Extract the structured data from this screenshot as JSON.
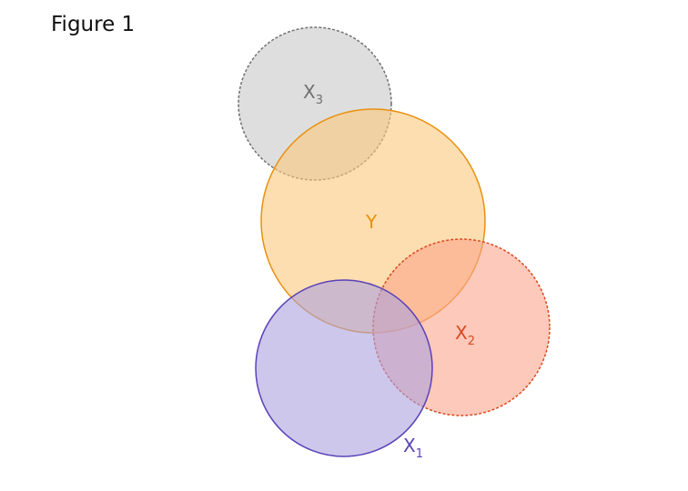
{
  "figure": {
    "title": "Figure 1"
  },
  "sets": [
    {
      "id": "x3",
      "label": "X",
      "subscript": "3",
      "fill": "#c8c8c8",
      "stroke": "#707070",
      "dashed": true
    },
    {
      "id": "y",
      "label": "Y",
      "subscript": "",
      "fill": "#fcc87c",
      "stroke": "#e8900f",
      "dashed": false
    },
    {
      "id": "x2",
      "label": "X",
      "subscript": "2",
      "fill": "#fba58c",
      "stroke": "#d84a20",
      "dashed": true
    },
    {
      "id": "x1",
      "label": "X",
      "subscript": "1",
      "fill": "#aba2e0",
      "stroke": "#5a42b8",
      "dashed": false
    }
  ]
}
